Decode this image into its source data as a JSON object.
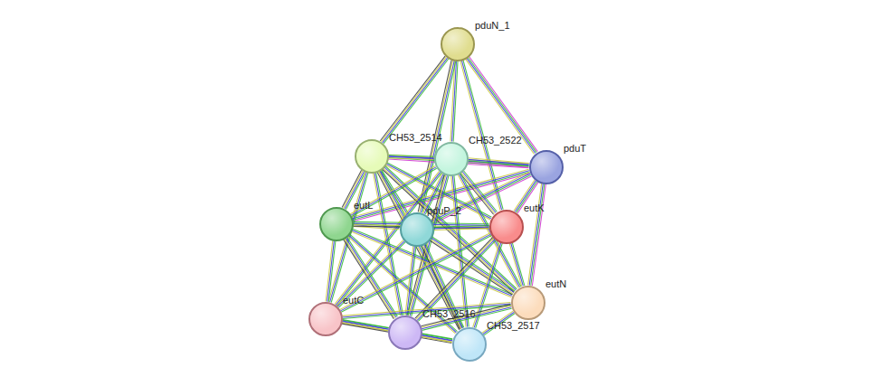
{
  "diagram": {
    "nodes": [
      {
        "text": [
          "pduN_1"
        ]
      },
      {
        "text": [
          "CH53_2514"
        ]
      },
      {
        "text": [
          "CH53_2522"
        ]
      },
      {
        "text": [
          "pduT"
        ]
      },
      {
        "text": [
          "eutL"
        ]
      },
      {
        "text": [
          "pduP_2"
        ]
      },
      {
        "text": [
          "eutK"
        ]
      },
      {
        "text": [
          "eutN"
        ]
      },
      {
        "text": [
          "eutC"
        ]
      },
      {
        "text": [
          "CH53_2516"
        ]
      },
      {
        "text": [
          "CH53_2517"
        ]
      }
    ],
    "edges": [
      {
        "from": 0,
        "to": 1,
        "arrow": "none"
      },
      {
        "from": 0,
        "to": 2,
        "arrow": "none"
      },
      {
        "from": 0,
        "to": 3,
        "arrow": "none"
      },
      {
        "from": 0,
        "to": 5,
        "arrow": "none"
      },
      {
        "from": 0,
        "to": 6,
        "arrow": "none"
      },
      {
        "from": 3,
        "to": 1,
        "arrow": "none"
      },
      {
        "from": 3,
        "to": 2,
        "arrow": "none"
      },
      {
        "from": 3,
        "to": 4,
        "arrow": "none"
      },
      {
        "from": 3,
        "to": 5,
        "arrow": "none"
      },
      {
        "from": 3,
        "to": 6,
        "arrow": "none"
      },
      {
        "from": 3,
        "to": 7,
        "arrow": "none"
      },
      {
        "from": 1,
        "to": 2,
        "arrow": "none"
      },
      {
        "from": 1,
        "to": 4,
        "arrow": "none"
      },
      {
        "from": 1,
        "to": 5,
        "arrow": "none"
      },
      {
        "from": 1,
        "to": 6,
        "arrow": "none"
      },
      {
        "from": 1,
        "to": 7,
        "arrow": "none"
      },
      {
        "from": 1,
        "to": 8,
        "arrow": "none"
      },
      {
        "from": 1,
        "to": 9,
        "arrow": "none"
      },
      {
        "from": 1,
        "to": 10,
        "arrow": "none"
      },
      {
        "from": 2,
        "to": 4,
        "arrow": "none"
      },
      {
        "from": 2,
        "to": 5,
        "arrow": "none"
      },
      {
        "from": 2,
        "to": 6,
        "arrow": "none"
      },
      {
        "from": 2,
        "to": 7,
        "arrow": "none"
      },
      {
        "from": 2,
        "to": 8,
        "arrow": "none"
      },
      {
        "from": 2,
        "to": 9,
        "arrow": "none"
      },
      {
        "from": 2,
        "to": 10,
        "arrow": "none"
      },
      {
        "from": 4,
        "to": 5,
        "arrow": "none"
      },
      {
        "from": 4,
        "to": 6,
        "arrow": "none"
      },
      {
        "from": 4,
        "to": 7,
        "arrow": "none"
      },
      {
        "from": 4,
        "to": 8,
        "arrow": "none"
      },
      {
        "from": 4,
        "to": 9,
        "arrow": "none"
      },
      {
        "from": 4,
        "to": 10,
        "arrow": "none"
      },
      {
        "from": 5,
        "to": 6,
        "arrow": "none"
      },
      {
        "from": 5,
        "to": 7,
        "arrow": "none"
      },
      {
        "from": 5,
        "to": 8,
        "arrow": "none"
      },
      {
        "from": 5,
        "to": 9,
        "arrow": "none"
      },
      {
        "from": 5,
        "to": 10,
        "arrow": "none"
      },
      {
        "from": 6,
        "to": 7,
        "arrow": "none"
      },
      {
        "from": 6,
        "to": 8,
        "arrow": "none"
      },
      {
        "from": 6,
        "to": 9,
        "arrow": "none"
      },
      {
        "from": 6,
        "to": 10,
        "arrow": "none"
      },
      {
        "from": 7,
        "to": 8,
        "arrow": "none"
      },
      {
        "from": 7,
        "to": 9,
        "arrow": "none"
      },
      {
        "from": 7,
        "to": 10,
        "arrow": "none"
      },
      {
        "from": 8,
        "to": 9,
        "arrow": "none"
      },
      {
        "from": 8,
        "to": 10,
        "arrow": "none"
      },
      {
        "from": 9,
        "to": 10,
        "arrow": "none"
      }
    ]
  }
}
